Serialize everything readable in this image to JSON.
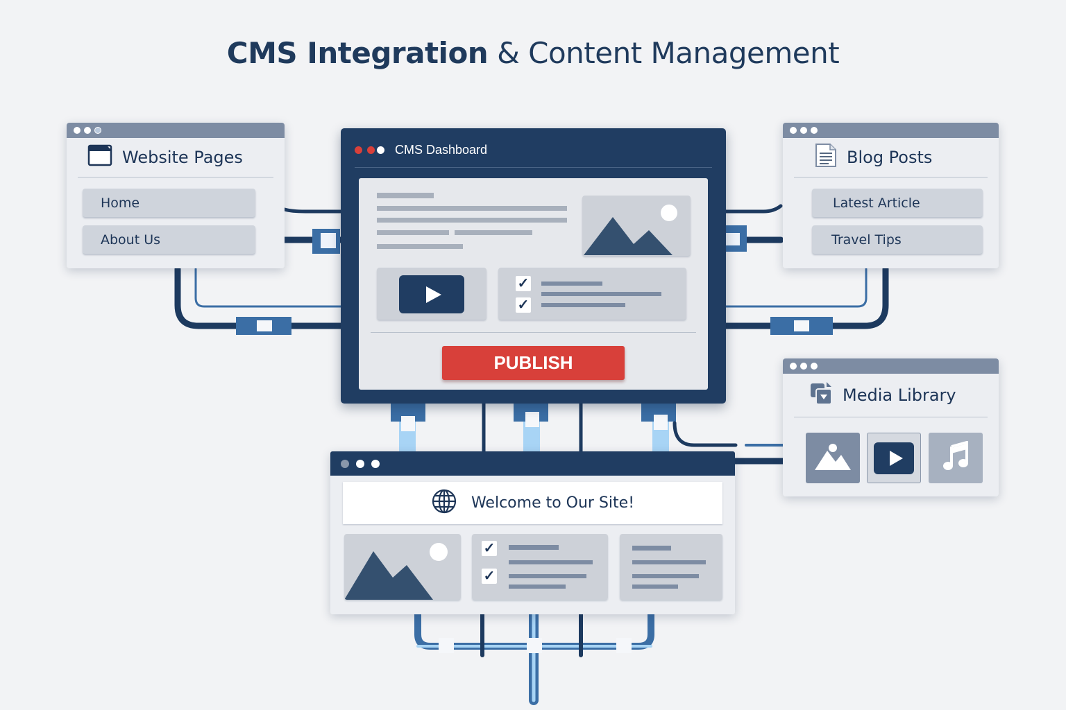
{
  "title": {
    "bold": "CMS Integration",
    "light": "& Content Management"
  },
  "website_pages": {
    "heading": "Website Pages",
    "icon": "browser-window-icon",
    "items": [
      {
        "label": "Home"
      },
      {
        "label": "About Us"
      }
    ]
  },
  "dashboard": {
    "title": "CMS Dashboard",
    "publish_label": "PUBLISH",
    "icons": [
      "image-icon",
      "video-play-icon",
      "checkbox-icon"
    ],
    "colors": {
      "frame": "#203d62",
      "publish": "#d8403a"
    }
  },
  "blog_posts": {
    "heading": "Blog Posts",
    "icon": "document-icon",
    "items": [
      {
        "label": "Latest Article"
      },
      {
        "label": "Travel Tips"
      }
    ]
  },
  "media_library": {
    "heading": "Media Library",
    "icon": "media-files-icon",
    "tiles": [
      "image-icon",
      "video-play-icon",
      "music-note-icon"
    ]
  },
  "website": {
    "welcome": "Welcome to Our Site!",
    "icon": "globe-icon"
  }
}
